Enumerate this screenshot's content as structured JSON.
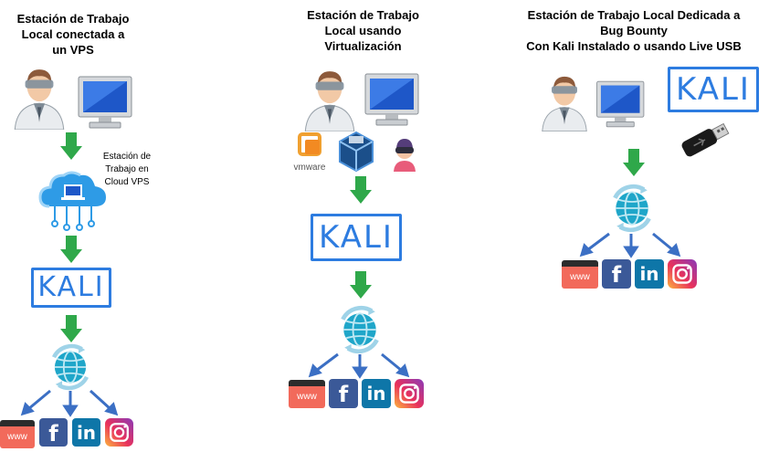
{
  "columns": [
    {
      "title_lines": [
        "Estación de Trabajo",
        "Local conectada a",
        "un VPS"
      ],
      "cloud_label_lines": [
        "Estación de",
        "Trabajo en",
        "Cloud VPS"
      ],
      "kali_label": "KALI",
      "www_label": "www",
      "social": [
        "f",
        "in"
      ]
    },
    {
      "title_lines": [
        "Estación de Trabajo",
        "Local usando",
        "Virtualización"
      ],
      "vmware_label": "vmware",
      "kali_label": "KALI",
      "www_label": "www",
      "social": [
        "f",
        "in"
      ]
    },
    {
      "title_lines": [
        "Estación de Trabajo Local Dedicada a",
        "Bug Bounty",
        "Con Kali Instalado o usando Live USB"
      ],
      "kali_label": "KALI",
      "www_label": "www",
      "social": [
        "f",
        "in"
      ]
    }
  ],
  "colors": {
    "kali_blue": "#2d7ce0",
    "arrow_green": "#2fa84a",
    "arrow_blue": "#3b6fc4",
    "www_red": "#f26a5b",
    "facebook": "#3b5998",
    "linkedin": "#0e76a8",
    "instagram": "#d6249f"
  },
  "icons": [
    "user-icon",
    "computer-icon",
    "cloud-icon",
    "globe-icon",
    "usb-icon",
    "vmware-icon",
    "virtualbox-icon",
    "vr-user-icon",
    "instagram-icon"
  ]
}
